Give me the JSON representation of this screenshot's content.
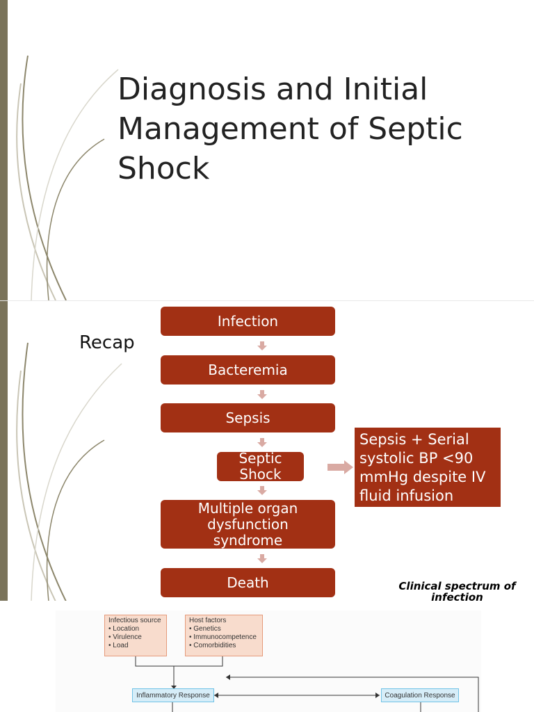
{
  "slide1": {
    "title": "Diagnosis and Initial Management of Septic Shock"
  },
  "slide2": {
    "heading": "Recap",
    "flow": [
      "Infection",
      "Bacteremia",
      "Sepsis",
      "Septic Shock",
      "Multiple organ dysfunction syndrome",
      "Death"
    ],
    "note": "Sepsis + Serial systolic BP <90 mmHg despite IV fluid infusion",
    "caption": "Clinical spectrum of infection"
  },
  "slide3": {
    "infectious_source": {
      "title": "Infectious source",
      "items": [
        "• Location",
        "• Virulence",
        "• Load"
      ]
    },
    "host_factors": {
      "title": "Host factors",
      "items": [
        "• Genetics",
        "• Immunocompetence",
        "• Comorbidities"
      ]
    },
    "inflammatory": "Inflammatory Response",
    "coagulation": "Coagulation Response"
  },
  "colors": {
    "accent": "#a23014",
    "sidebar": "#7a735a",
    "arrow": "#d9aaa3"
  }
}
